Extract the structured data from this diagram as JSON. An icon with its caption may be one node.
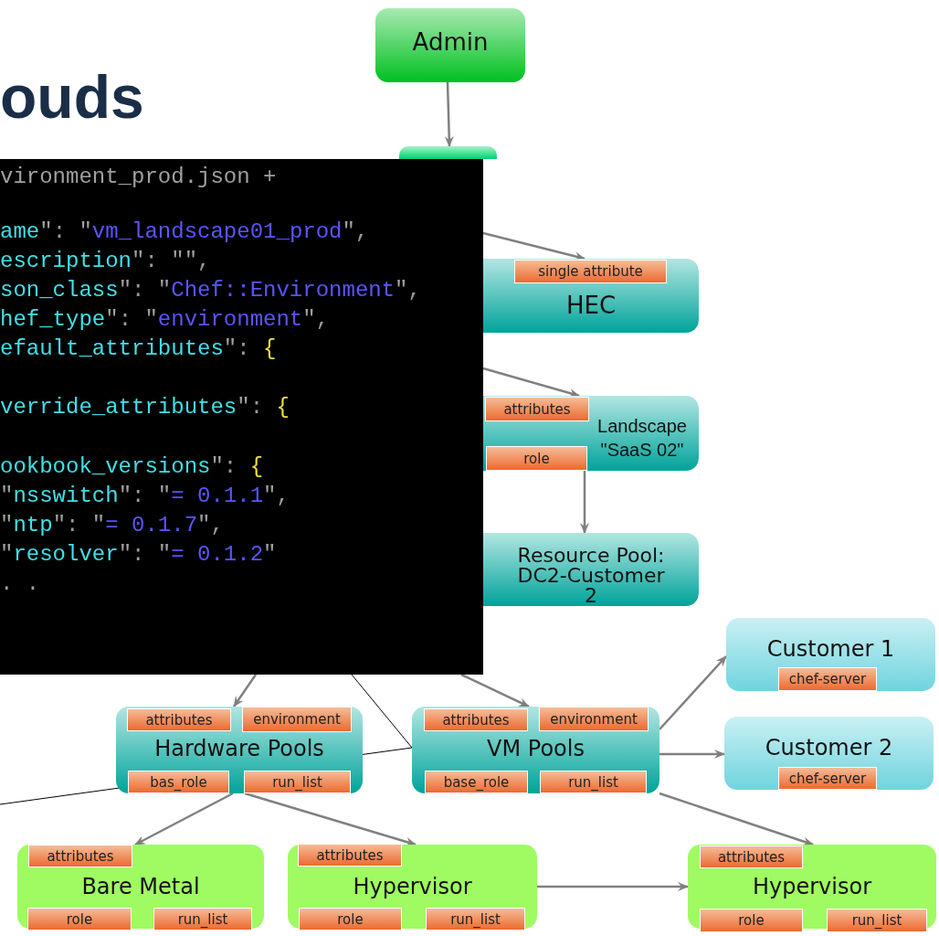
{
  "diagram": {
    "title": "ouds",
    "nodes": [
      {
        "text": [
          "Admin"
        ]
      },
      {
        "text": [],
        "shape": "box"
      },
      {
        "text": [
          "HEC"
        ]
      },
      {
        "text": [
          "single attribute"
        ],
        "in": 2
      },
      {
        "text": [
          "Landscape \"SaaS 02\""
        ]
      },
      {
        "text": [
          "attributes"
        ],
        "in": 4
      },
      {
        "text": [
          "role"
        ],
        "in": 4
      },
      {
        "text": [
          "Resource Pool: DC2-Customer 2"
        ]
      },
      {
        "text": [
          "vironment_prod.json +",
          "ame\": \"vm_landscape01_prod\",",
          "escription\": \"\",",
          "son_class\": \"Chef::Environment\",",
          "hef_type\": \"environment\",",
          "efault_attributes\": {",
          "verride_attributes\": {",
          "ookbook_versions\": {",
          "\"nsswitch\": \"= 0.1.1\",",
          "\"ntp\": \"= 0.1.7\",",
          "\"resolver\": \"= 0.1.2\"",
          ". ."
        ]
      },
      {
        "text": [
          "Customer 1"
        ]
      },
      {
        "text": [
          "chef-server"
        ],
        "in": 9
      },
      {
        "text": [
          "Hardware Pools"
        ]
      },
      {
        "text": [
          "attributes"
        ],
        "in": 11
      },
      {
        "text": [
          "environment"
        ],
        "in": 11
      },
      {
        "text": [
          "bas_role"
        ],
        "in": 11
      },
      {
        "text": [
          "run_list"
        ],
        "in": 11
      },
      {
        "text": [
          "VM Pools"
        ]
      },
      {
        "text": [
          "attributes"
        ],
        "in": 16
      },
      {
        "text": [
          "environment"
        ],
        "in": 16
      },
      {
        "text": [
          "base_role"
        ],
        "in": 16
      },
      {
        "text": [
          "run_list"
        ],
        "in": 16
      },
      {
        "text": [
          "Customer 2"
        ]
      },
      {
        "text": [
          "chef-server"
        ],
        "in": 21
      },
      {
        "text": [
          "Bare Metal"
        ]
      },
      {
        "text": [
          "attributes"
        ],
        "in": 23
      },
      {
        "text": [
          "role"
        ],
        "in": 23
      },
      {
        "text": [
          "run_list"
        ],
        "in": 23
      },
      {
        "text": [
          "Hypervisor"
        ]
      },
      {
        "text": [
          "attributes"
        ],
        "in": 27
      },
      {
        "text": [
          "role"
        ],
        "in": 27
      },
      {
        "text": [
          "run_list"
        ],
        "in": 27
      },
      {
        "text": [
          "Hypervisor"
        ]
      },
      {
        "text": [
          "attributes"
        ],
        "in": 31
      },
      {
        "text": [
          "role"
        ],
        "in": 31
      },
      {
        "text": [
          "run_list"
        ],
        "in": 31
      }
    ],
    "edges": [
      {
        "from": 0,
        "to": 1,
        "arrow": "to"
      },
      {
        "from": 8,
        "to": 2,
        "arrow": "to"
      },
      {
        "from": 8,
        "to": 4,
        "arrow": "to"
      },
      {
        "from": 4,
        "to": 7,
        "arrow": "to"
      },
      {
        "from": 8,
        "to": 11,
        "arrow": "to"
      },
      {
        "from": 8,
        "to": 16,
        "arrow": "to"
      },
      {
        "from": 16,
        "to": 9,
        "arrow": "to"
      },
      {
        "from": 16,
        "to": 21,
        "arrow": "to"
      },
      {
        "from": 16,
        "to": 31,
        "arrow": "to"
      },
      {
        "from": 11,
        "to": 23,
        "arrow": "to"
      },
      {
        "from": 11,
        "to": 27,
        "arrow": "to"
      },
      {
        "from": 27,
        "to": 31,
        "arrow": "to"
      },
      {
        "from": 8,
        "to": 16,
        "arrow": "none",
        "color": "#000000"
      },
      {
        "from": 16,
        "to": null,
        "arrow": "none",
        "color": "#000000"
      }
    ]
  }
}
